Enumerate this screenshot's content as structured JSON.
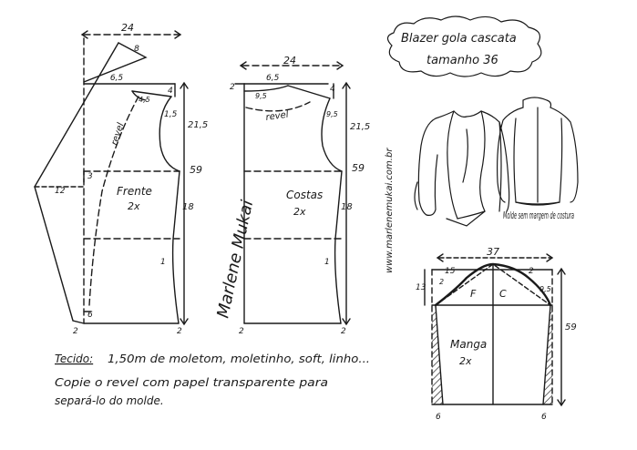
{
  "title": {
    "line1": "Blazer gola cascata",
    "line2": "tamanho 36"
  },
  "website": "www.marlenemukai.com.br",
  "signature": "Marlene Mukai",
  "front": {
    "label": "Frente",
    "count": "2x",
    "width": "24",
    "shoulder": "8",
    "neck": "6,5",
    "neck_drop": "4",
    "neck_front": "4,5",
    "armhole_depth": "1,5",
    "armhole": "21,5",
    "length": "59",
    "waist": "18",
    "lapel_small": "3",
    "lapel_width": "12",
    "facing": "revel",
    "hem_margin": "6",
    "hem_small_a": "2",
    "hem_small_b": "2",
    "side_small": "1"
  },
  "back": {
    "label": "Costas",
    "count": "2x",
    "width": "24",
    "neck": "6,5",
    "neck_drop": "2",
    "neck_left": "9,5",
    "shoulder_drop": "4",
    "armhole_small": "9,5",
    "armhole": "21,5",
    "length": "59",
    "waist": "18",
    "facing": "revel",
    "hem_small_a": "2",
    "hem_small_b": "2",
    "side_small": "1"
  },
  "sleeve": {
    "label": "Manga",
    "count": "2x",
    "width": "37",
    "cap_left": "15",
    "cap_right": "2",
    "cap_drop_right": "9,5",
    "cap_height": "13",
    "length": "59",
    "front_mark": "F",
    "back_mark": "C",
    "cuff_left": "6",
    "cuff_right": "6",
    "small_mark": "2"
  },
  "caption": "Molde sem margem de costura",
  "notes": {
    "fabric_label": "Tecido:",
    "fabric_text": "1,50m de moletom, moletinho, soft, linho...",
    "line2": "Copie o revel com papel transparente para",
    "line3": "separá-lo do molde."
  }
}
